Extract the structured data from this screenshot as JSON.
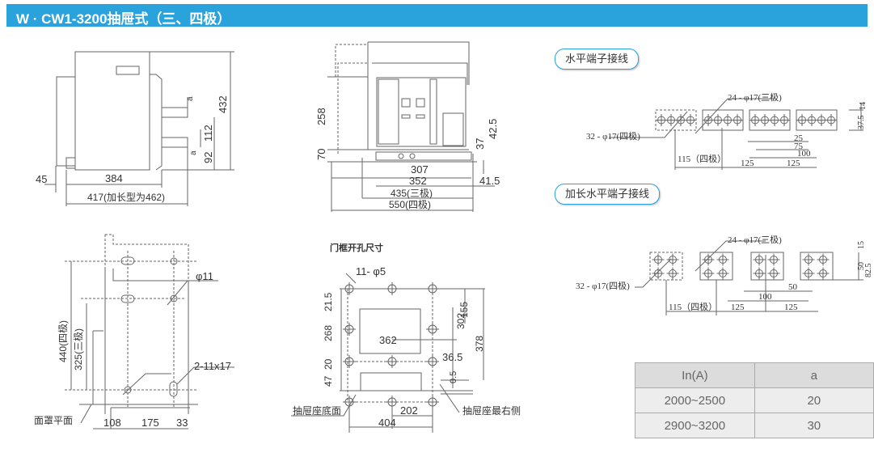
{
  "header": {
    "title": "W · CW1-3200抽屉式（三、四极）"
  },
  "side_view": {
    "d432": "432",
    "d112": "112",
    "d92": "92",
    "a1": "a",
    "a2": "a",
    "d45": "45",
    "d384": "384",
    "d417": "417(加长型为462)"
  },
  "front_view": {
    "d258": "258",
    "d70": "70",
    "d37": "37",
    "d42_5": "42.5",
    "d307": "307",
    "d352": "352",
    "d41_5": "41.5",
    "d435": "435(三极)",
    "d550": "550(四极)"
  },
  "horizontal_terminal": {
    "label": "水平端子接线",
    "holes3": "24 - φ17(三极)",
    "holes4": "32 - φ17(四极)",
    "d14": "14",
    "d37_5": "37.5",
    "d25": "25",
    "d75": "75",
    "d100": "100",
    "d115": "115（四极）",
    "d125a": "125",
    "d125b": "125"
  },
  "extended_terminal": {
    "label": "加长水平端子接线",
    "holes3": "24 - φ17(三极)",
    "holes4": "32 - φ17(四极)",
    "d15": "15",
    "d50v": "50",
    "d82_5": "82.5",
    "d50": "50",
    "d100": "100",
    "d115": "115（四极）",
    "d125a": "125",
    "d125b": "125"
  },
  "mounting_view": {
    "d440": "440(四极)",
    "d325": "325(三极)",
    "phi11": "φ11",
    "slot": "2-11x17",
    "d108": "108",
    "d175": "175",
    "d33": "33",
    "panel_plane": "面罩平面"
  },
  "door_cutout": {
    "title": "门框开孔尺寸",
    "holes": "11- φ5",
    "d21_5": "21.5",
    "d268": "268",
    "d20": "20",
    "d47": "47",
    "d362": "362",
    "d155": "155",
    "d302": "302",
    "d378": "378",
    "d36_5": "36.5",
    "d0_5": "0.5",
    "d202": "202",
    "d404": "404",
    "base_bottom": "抽屉座底面",
    "base_right": "抽屉座最右侧"
  },
  "table": {
    "headers": [
      "In(A)",
      "a"
    ],
    "rows": [
      [
        "2000~2500",
        "20"
      ],
      [
        "2900~3200",
        "30"
      ]
    ]
  }
}
